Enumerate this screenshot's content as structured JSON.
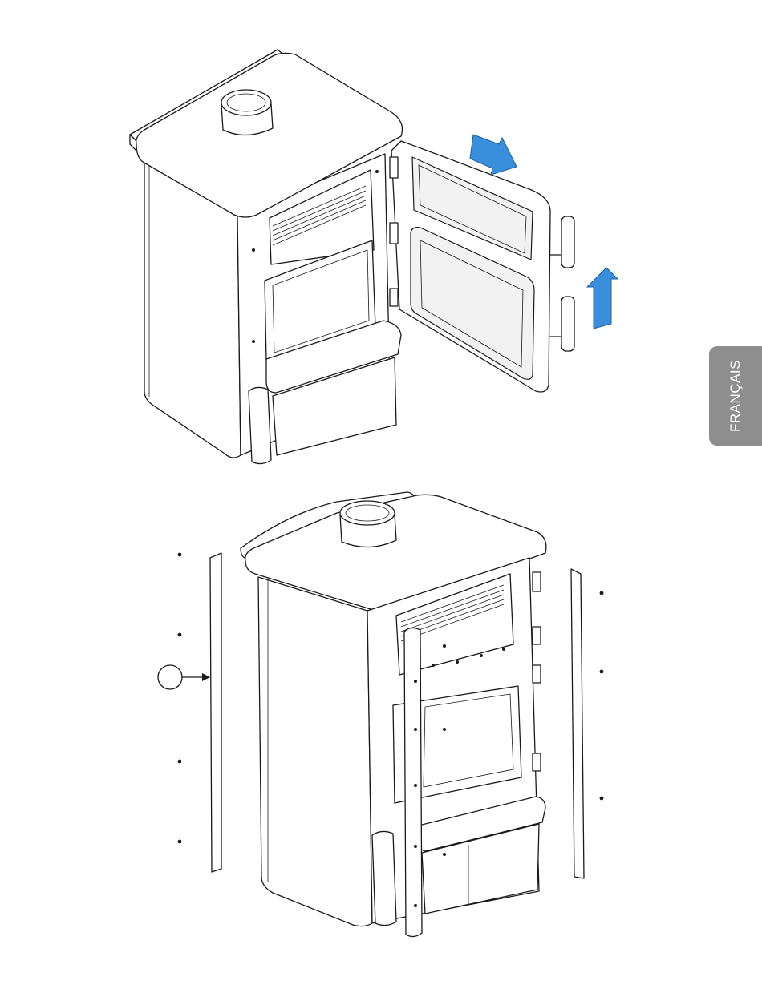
{
  "sidebar_tab": {
    "label": "FRANÇAIS",
    "color": "#8e8e8e"
  },
  "figures": {
    "top": {
      "arrow_color": "#3a8fdc",
      "arrows": [
        "arrow-right",
        "arrow-up"
      ]
    },
    "bottom": {
      "callout_label": ""
    }
  },
  "colors": {
    "line": "#1a1a1a",
    "footer_rule": "#333333"
  }
}
